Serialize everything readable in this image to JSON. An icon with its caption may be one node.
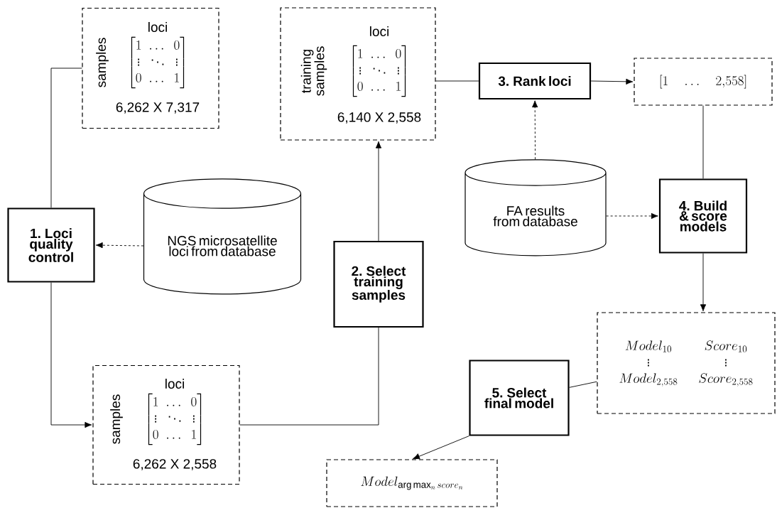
{
  "diagram": {
    "nodes": [
      {
        "text": [
          "loci",
          "samples",
          "\\begin{bmatrix}1 & \\dots & 0\\\\ \\vdots & \\ddots & \\vdots\\\\ 0 & \\dots & 1\\end{bmatrix}",
          "6,262 X 7,317"
        ]
      },
      {
        "text": [
          "1. Loci quality control"
        ]
      },
      {
        "text": [
          "NGS microsatellite loci from database"
        ]
      },
      {
        "text": [
          "loci",
          "samples",
          "\\begin{bmatrix}1 & \\dots & 0\\\\ \\vdots & \\ddots & \\vdots\\\\ 0 & \\dots & 1\\end{bmatrix}",
          "6,262 X 2,558"
        ]
      },
      {
        "text": [
          "2. Select training samples"
        ]
      },
      {
        "text": [
          "loci",
          "training samples",
          "\\begin{bmatrix}1 & \\dots & 0\\\\ \\vdots & \\ddots & \\vdots\\\\ 0 & \\dots & 1\\end{bmatrix}",
          "6,140 X 2,558"
        ]
      },
      {
        "text": [
          "3. Rank loci"
        ]
      },
      {
        "text": [
          "FA results from database"
        ]
      },
      {
        "text": [
          "[1 \\quad \\dots \\quad 2{,}558]"
        ]
      },
      {
        "text": [
          "4. Build & score models"
        ]
      },
      {
        "text": [
          "\\begin{matrix} Model_{10} & \\quad Score_{10}\\\\ \\vdots & \\quad \\vdots\\\\ Model_{2{,}558} & \\quad Score_{2{,}558}\\end{matrix}"
        ]
      },
      {
        "text": [
          "5. Select final model"
        ]
      },
      {
        "text": [
          "Model_{\\arg\\max_n score_n}"
        ]
      }
    ],
    "edges": [
      {
        "from": 1,
        "to": 0,
        "arrow": "none"
      },
      {
        "from": 1,
        "to": 3,
        "arrow": "to"
      },
      {
        "from": 2,
        "to": 1,
        "arrow": "to",
        "style": "dashed"
      },
      {
        "from": 3,
        "to": 4,
        "arrow": "none"
      },
      {
        "from": 4,
        "to": 5,
        "arrow": "to"
      },
      {
        "from": 5,
        "to": 6,
        "arrow": "none"
      },
      {
        "from": 6,
        "to": 8,
        "arrow": "to"
      },
      {
        "from": 7,
        "to": 6,
        "arrow": "to",
        "style": "dashed"
      },
      {
        "from": 8,
        "to": 9,
        "arrow": "none"
      },
      {
        "from": 7,
        "to": 9,
        "arrow": "to",
        "style": "dashed"
      },
      {
        "from": 9,
        "to": 10,
        "arrow": "to"
      },
      {
        "from": 10,
        "to": 11,
        "arrow": "none"
      },
      {
        "from": 11,
        "to": 12,
        "arrow": "to"
      }
    ]
  }
}
